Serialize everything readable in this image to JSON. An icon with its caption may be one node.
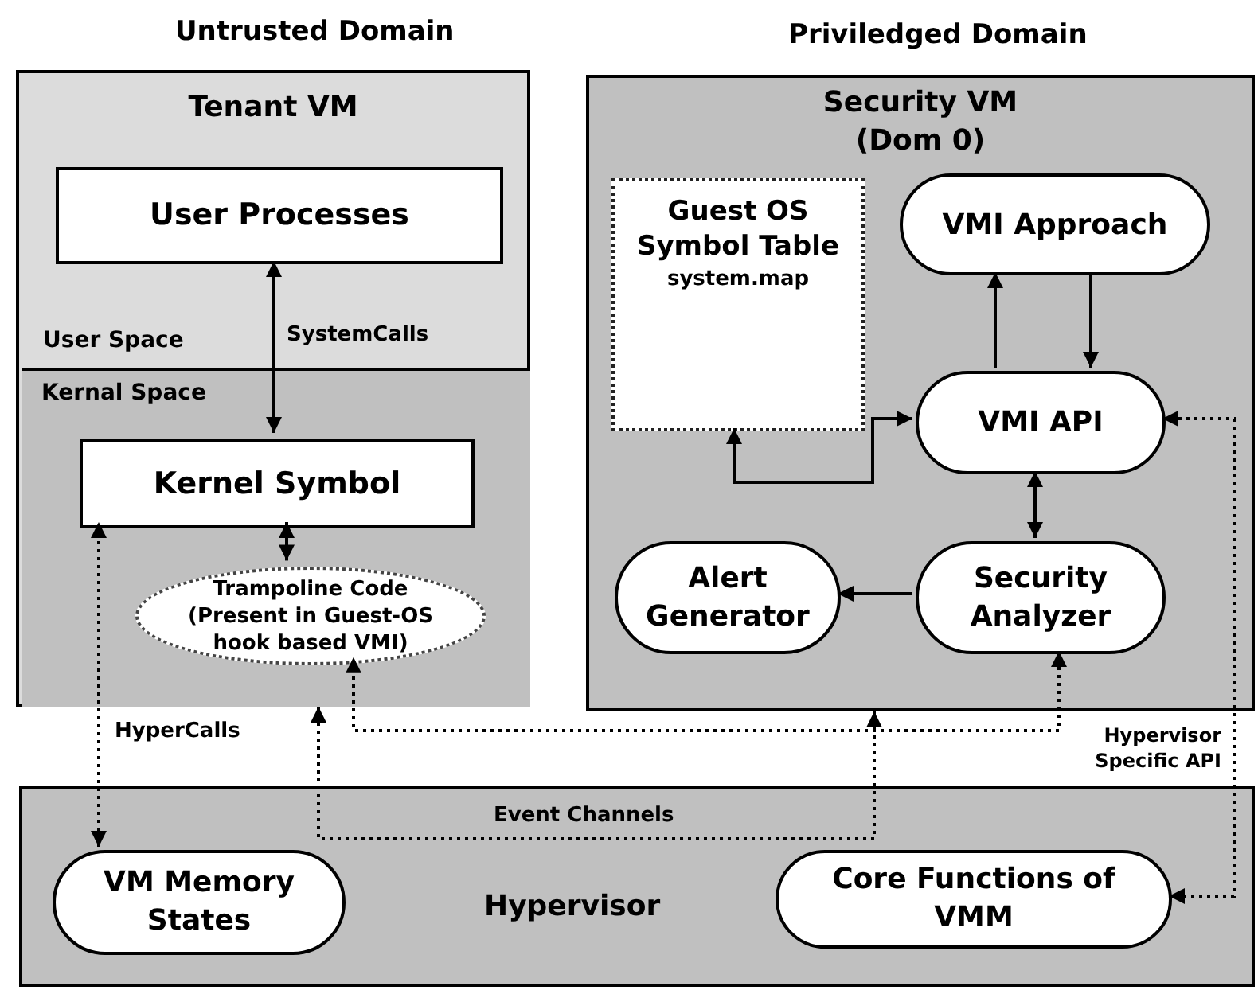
{
  "diagram": {
    "nodes": [
      {
        "text": [
          "Tenant VM"
        ]
      },
      {
        "text": [
          "User Processes"
        ],
        "in": 0
      },
      {
        "text": [
          "Kernal Space"
        ],
        "in": 0
      },
      {
        "text": [
          "Kernel Symbol"
        ],
        "in": 2
      },
      {
        "text": [
          "Trampoline Code (Present in Guest-OS hook based VMI)"
        ],
        "in": 2
      },
      {
        "text": [
          "Security VM (Dom 0)"
        ]
      },
      {
        "text": [
          "Guest OS Symbol Table",
          "system.map"
        ],
        "in": 5
      },
      {
        "text": [
          "VMI Approach"
        ],
        "in": 5
      },
      {
        "text": [
          "VMI API"
        ],
        "in": 5
      },
      {
        "text": [
          "Alert Generator"
        ],
        "in": 5
      },
      {
        "text": [
          "Security Analyzer"
        ],
        "in": 5
      },
      {
        "text": [
          "Hypervisor"
        ]
      },
      {
        "text": [
          "VM Memory States"
        ],
        "in": 11
      },
      {
        "text": [
          "Core Functions of VMM"
        ],
        "in": 11
      }
    ],
    "edges": [
      {
        "from": 1,
        "to": 3,
        "arrow": "both",
        "label": "SystemCalls"
      },
      {
        "from": 3,
        "to": 4,
        "arrow": "both"
      },
      {
        "from": 8,
        "to": 7,
        "arrow": "to"
      },
      {
        "from": 7,
        "to": 8,
        "arrow": "to"
      },
      {
        "from": 8,
        "to": 6,
        "arrow": "both"
      },
      {
        "from": 8,
        "to": 10,
        "arrow": "both"
      },
      {
        "from": 10,
        "to": 9,
        "arrow": "to"
      },
      {
        "from": 12,
        "to": 3,
        "arrow": "both",
        "style": "dashed",
        "label": "HyperCalls"
      },
      {
        "from": 0,
        "to": 5,
        "arrow": "both",
        "style": "dashed",
        "label": "Event Channels"
      },
      {
        "from": 10,
        "to": 4,
        "arrow": "both",
        "style": "dashed"
      },
      {
        "from": 8,
        "to": 13,
        "arrow": "both",
        "style": "dashed",
        "label": "Hypervisor Specific API"
      }
    ],
    "labels": [
      "Untrusted Domain",
      "Priviledged Domain",
      "User Space"
    ]
  }
}
